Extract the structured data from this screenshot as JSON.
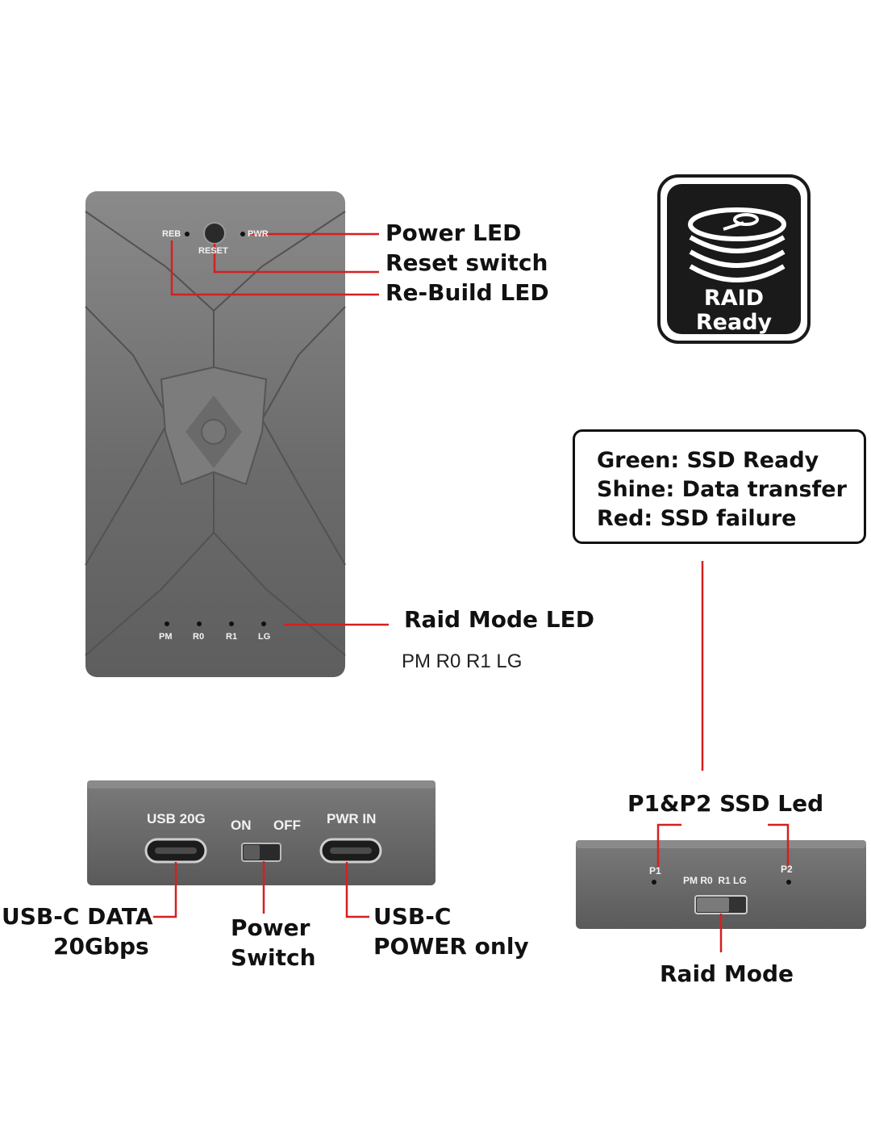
{
  "main_device": {
    "top_labels": {
      "reb": "REB",
      "pwr": "PWR",
      "reset": "RESET"
    },
    "bottom_leds": [
      "PM",
      "R0",
      "R1",
      "LG"
    ]
  },
  "callouts": {
    "power_led": "Power LED",
    "reset_switch": "Reset switch",
    "rebuild_led": "Re-Build LED",
    "raid_mode_led": "Raid Mode LED",
    "raid_mode_led_sub": "PM R0 R1 LG"
  },
  "raid_badge": {
    "line1": "RAID",
    "line2": "Ready"
  },
  "led_legend": [
    "Green: SSD Ready",
    "Shine: Data transfer",
    "Red: SSD failure"
  ],
  "front_panel": {
    "usb_label": "USB 20G",
    "on_label": "ON",
    "off_label": "OFF",
    "pwr_in_label": "PWR IN",
    "callout_usb_line1": "USB-C DATA",
    "callout_usb_line2": "20Gbps",
    "callout_switch_line1": "Power",
    "callout_switch_line2": "Switch",
    "callout_power_line1": "USB-C",
    "callout_power_line2": "POWER only"
  },
  "rear_panel": {
    "ssd_led_title": "P1&P2 SSD Led",
    "p1": "P1",
    "p2": "P2",
    "mode_labels": "PM R0  R1 LG",
    "raid_mode": "Raid Mode"
  },
  "colors": {
    "accent_red": "#d42020",
    "device_gray": "#6e6e6e",
    "badge_black": "#1a1a1a"
  }
}
